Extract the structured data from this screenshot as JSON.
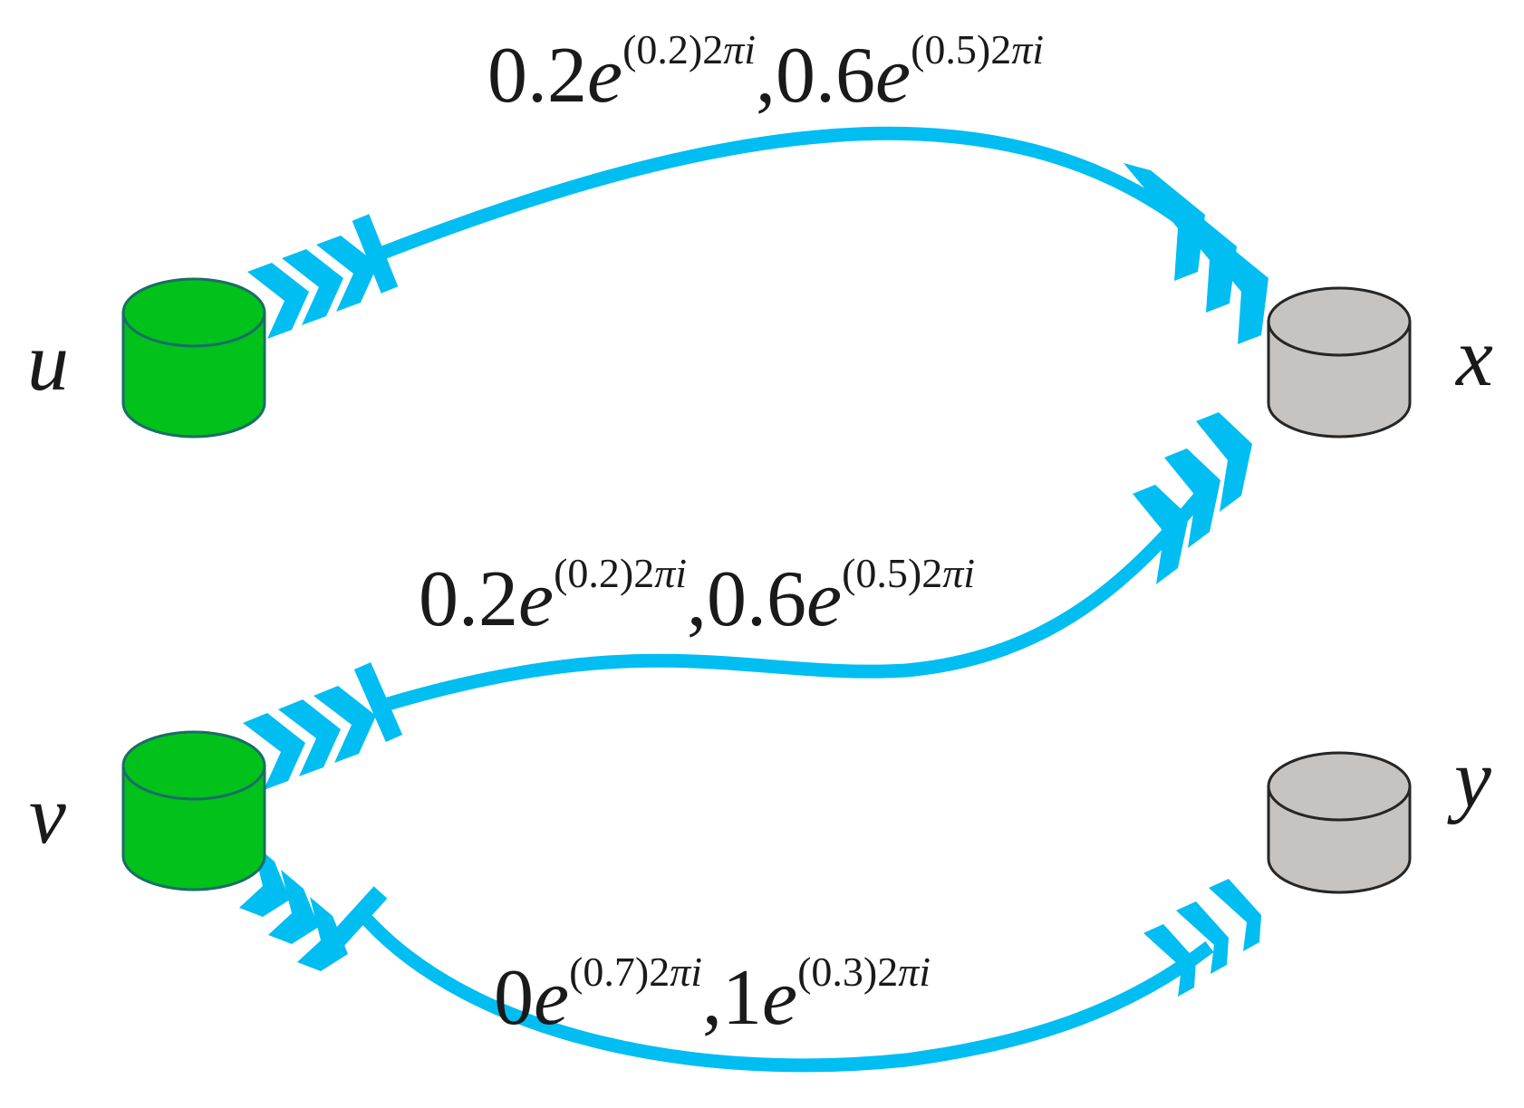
{
  "colors": {
    "edge": "#00bdf2",
    "source_fill": "#00c21a",
    "source_stroke": "#1a6e66",
    "target_fill": "#c7c3c0",
    "target_stroke": "#262626"
  },
  "nodes": {
    "u": {
      "label": "u",
      "role": "source"
    },
    "v": {
      "label": "v",
      "role": "source"
    },
    "x": {
      "label": "x",
      "role": "target"
    },
    "y": {
      "label": "y",
      "role": "target"
    }
  },
  "edges": {
    "ux": {
      "from": "u",
      "to": "x",
      "a_coef": "0.2",
      "a_exp": "(0.2)2",
      "b_coef": "0.6",
      "b_exp": "(0.5)2",
      "e": "e",
      "pi": "π",
      "i": "i",
      "comma": ","
    },
    "vx": {
      "from": "v",
      "to": "x",
      "a_coef": "0.2",
      "a_exp": "(0.2)2",
      "b_coef": "0.6",
      "b_exp": "(0.5)2",
      "e": "e",
      "pi": "π",
      "i": "i",
      "comma": ","
    },
    "vy": {
      "from": "v",
      "to": "y",
      "a_coef": "0",
      "a_exp": "(0.7)2",
      "b_coef": "1",
      "b_exp": "(0.3)2",
      "e": "e",
      "pi": "π",
      "i": "i",
      "comma": ","
    }
  }
}
